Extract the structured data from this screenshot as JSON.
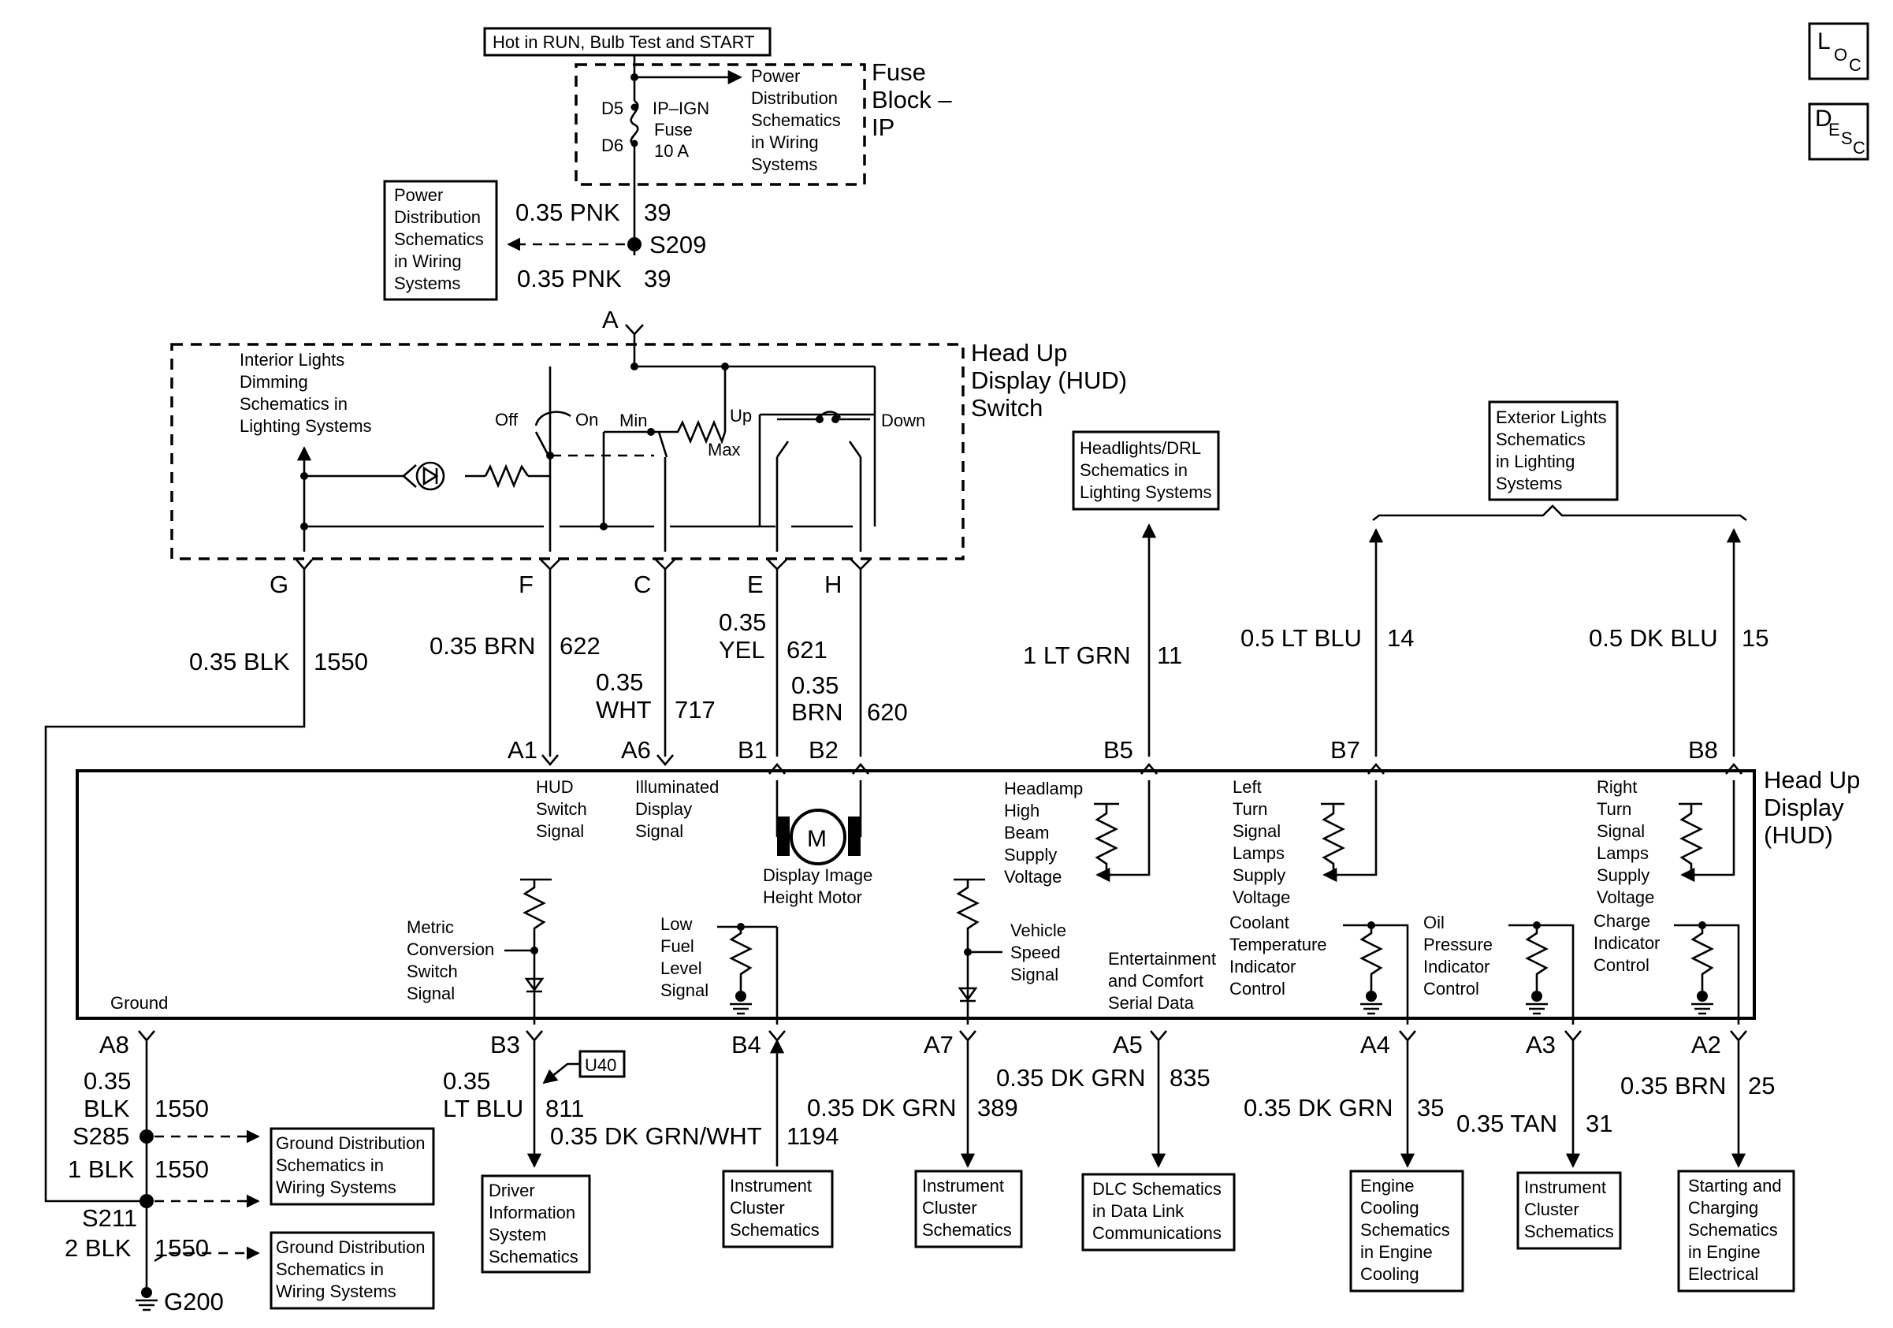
{
  "corner": {
    "loc": [
      "L",
      "O",
      "C"
    ],
    "desc": [
      "D",
      "E",
      "S",
      "C"
    ]
  },
  "power": {
    "hot_label": "Hot in RUN, Bulb Test and START",
    "fuse_block": [
      "Fuse",
      "Block –",
      "IP"
    ],
    "fuse_pins": [
      "D5",
      "D6"
    ],
    "fuse_name": [
      "IP–IGN",
      "Fuse",
      "10 A"
    ],
    "pds_arrow": [
      "Power",
      "Distribution",
      "Schematics",
      "in Wiring",
      "Systems"
    ],
    "pds_box": [
      "Power",
      "Distribution",
      "Schematics",
      "in Wiring",
      "Systems"
    ],
    "wire_top": [
      "0.35 PNK",
      "39"
    ],
    "splice": "S209",
    "wire_bottom": [
      "0.35 PNK",
      "39"
    ],
    "connector_a": "A"
  },
  "switch": {
    "title": [
      "Head Up",
      "Display (HUD)",
      "Switch"
    ],
    "interior_ref": [
      "Interior Lights",
      "Dimming",
      "Schematics in",
      "Lighting Systems"
    ],
    "off": "Off",
    "on": "On",
    "min": "Min",
    "max": "Max",
    "up": "Up",
    "down": "Down",
    "pins": [
      "G",
      "F",
      "C",
      "E",
      "H"
    ]
  },
  "wires": {
    "g": [
      "0.35 BLK",
      "1550"
    ],
    "f": [
      "0.35 BRN",
      "622"
    ],
    "c": [
      "0.35",
      "WHT",
      "717"
    ],
    "e": [
      "0.35",
      "YEL",
      "621"
    ],
    "h": [
      "0.35",
      "BRN",
      "620"
    ],
    "b5": [
      "1 LT GRN",
      "11"
    ],
    "b7": [
      "0.5 LT BLU",
      "14"
    ],
    "b8": [
      "0.5 DK BLU",
      "15"
    ]
  },
  "refs_top": {
    "headlights": [
      "Headlights/DRL",
      "Schematics in",
      "Lighting Systems"
    ],
    "exterior": [
      "Exterior Lights",
      "Schematics",
      "in Lighting",
      "Systems"
    ]
  },
  "hud": {
    "title": [
      "Head Up",
      "Display",
      "(HUD)"
    ],
    "top_pins": [
      "A1",
      "A6",
      "B1",
      "B2",
      "B5",
      "B7",
      "B8"
    ],
    "hud_switch": [
      "HUD",
      "Switch",
      "Signal"
    ],
    "illuminated": [
      "Illuminated",
      "Display",
      "Signal"
    ],
    "motor": "M",
    "motor_label": [
      "Display Image",
      "Height Motor"
    ],
    "headlamp": [
      "Headlamp",
      "High",
      "Beam",
      "Supply",
      "Voltage"
    ],
    "left_turn": [
      "Left",
      "Turn",
      "Signal",
      "Lamps",
      "Supply",
      "Voltage"
    ],
    "right_turn": [
      "Right",
      "Turn",
      "Signal",
      "Lamps",
      "Supply",
      "Voltage"
    ],
    "metric": [
      "Metric",
      "Conversion",
      "Switch",
      "Signal"
    ],
    "low_fuel": [
      "Low",
      "Fuel",
      "Level",
      "Signal"
    ],
    "vss": [
      "Vehicle",
      "Speed",
      "Signal"
    ],
    "serial": [
      "Entertainment",
      "and Comfort",
      "Serial Data"
    ],
    "coolant": [
      "Coolant",
      "Temperature",
      "Indicator",
      "Control"
    ],
    "oil": [
      "Oil",
      "Pressure",
      "Indicator",
      "Control"
    ],
    "charge": [
      "Charge",
      "Indicator",
      "Control"
    ],
    "ground": "Ground",
    "bottom_pins": [
      "A8",
      "B3",
      "B4",
      "A7",
      "A5",
      "A4",
      "A3",
      "A2"
    ]
  },
  "bottom": {
    "a8_wire": [
      "0.35",
      "BLK",
      "1550"
    ],
    "s285": "S285",
    "s285_wire": [
      "1 BLK",
      "1550"
    ],
    "s211": "S211",
    "s211_wire": [
      "2 BLK",
      "1550"
    ],
    "g200": "G200",
    "gnd_ref_1": [
      "Ground Distribution",
      "Schematics in",
      "Wiring Systems"
    ],
    "gnd_ref_2": [
      "Ground Distribution",
      "Schematics in",
      "Wiring Systems"
    ],
    "b3_wire": [
      "0.35",
      "LT BLU",
      "811"
    ],
    "u40": "U40",
    "b4_wire": [
      "0.35 DK GRN/WHT",
      "1194"
    ],
    "a7_wire": [
      "0.35 DK GRN",
      "389"
    ],
    "a5_wire": [
      "0.35 DK GRN",
      "835"
    ],
    "a4_wire": [
      "0.35 DK GRN",
      "35"
    ],
    "a3_wire": [
      "0.35 TAN",
      "31"
    ],
    "a2_wire": [
      "0.35 BRN",
      "25"
    ],
    "ref_driver": [
      "Driver",
      "Information",
      "System",
      "Schematics"
    ],
    "ref_cluster1": [
      "Instrument",
      "Cluster",
      "Schematics"
    ],
    "ref_cluster2": [
      "Instrument",
      "Cluster",
      "Schematics"
    ],
    "ref_dlc": [
      "DLC Schematics",
      "in Data Link",
      "Communications"
    ],
    "ref_engine": [
      "Engine",
      "Cooling",
      "Schematics",
      "in Engine",
      "Cooling"
    ],
    "ref_cluster3": [
      "Instrument",
      "Cluster",
      "Schematics"
    ],
    "ref_starting": [
      "Starting and",
      "Charging",
      "Schematics",
      "in Engine",
      "Electrical"
    ]
  }
}
